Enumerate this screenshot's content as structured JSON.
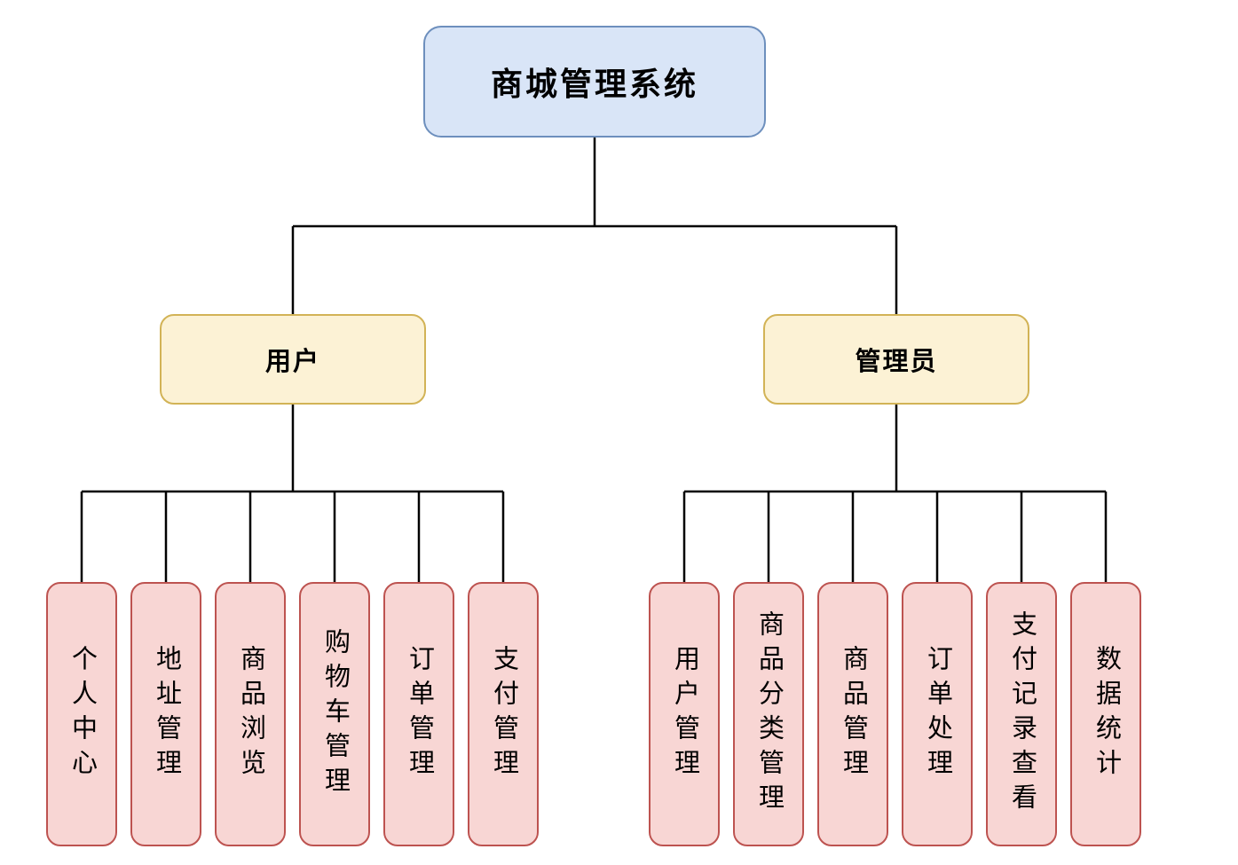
{
  "diagram": {
    "root": {
      "label": "商城管理系统"
    },
    "branches": [
      {
        "label": "用户",
        "children": [
          "个人中心",
          "地址管理",
          "商品浏览",
          "购物车管理",
          "订单管理",
          "支付管理"
        ]
      },
      {
        "label": "管理员",
        "children": [
          "用户管理",
          "商品分类管理",
          "商品管理",
          "订单处理",
          "支付记录查看",
          "数据统计"
        ]
      }
    ]
  },
  "colors": {
    "background": "#ffffff",
    "text": "#000000",
    "connector": "#000000",
    "root_fill": "#d9e5f7",
    "root_border": "#6d8fbd",
    "branch_fill": "#fcf2d5",
    "branch_border": "#d2b356",
    "leaf_fill": "#f8d6d4",
    "leaf_border": "#bd5350"
  }
}
